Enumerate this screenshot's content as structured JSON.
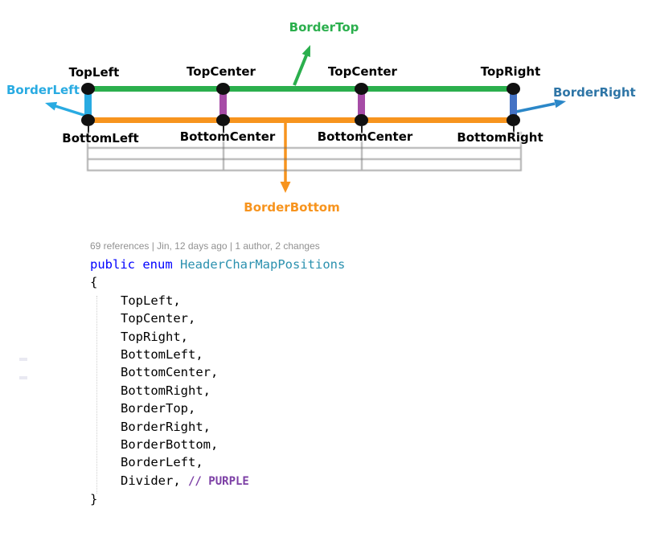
{
  "diagram": {
    "top_labels": [
      "TopLeft",
      "TopCenter",
      "TopCenter",
      "TopRight"
    ],
    "bottom_labels": [
      "BottomLeft",
      "BottomCenter",
      "BottomCenter",
      "BottomRight"
    ],
    "border_labels": {
      "top": "BorderTop",
      "left": "BorderLeft",
      "right": "BorderRight",
      "bottom": "BorderBottom"
    },
    "colors": {
      "border_top_green": "#2BAF4D",
      "border_bottom_orange": "#F7941E",
      "border_left_blue": "#29ABE2",
      "border_right_bar_blue": "#4472C4",
      "border_right_label_blue": "#2E75A6",
      "divider_purple": "#A64CA6",
      "dot_black": "#111111"
    }
  },
  "code": {
    "codelens": "69 references | Jin, 12 days ago | 1 author, 2 changes",
    "kw_public": "public",
    "kw_enum": "enum",
    "type_name": "HeaderCharMapPositions",
    "open_brace": "{",
    "members": [
      "TopLeft,",
      "TopCenter,",
      "TopRight,",
      "BottomLeft,",
      "BottomCenter,",
      "BottomRight,",
      "BorderTop,",
      "BorderRight,",
      "BorderBottom,",
      "BorderLeft,"
    ],
    "last_member": "Divider,",
    "comment": "// PURPLE",
    "close_brace": "}",
    "colors": {
      "keyword_blue": "#0000FF",
      "type_teal": "#2B91AF",
      "comment_purple": "#7C3FA5",
      "codelens_gray": "#919191"
    }
  }
}
